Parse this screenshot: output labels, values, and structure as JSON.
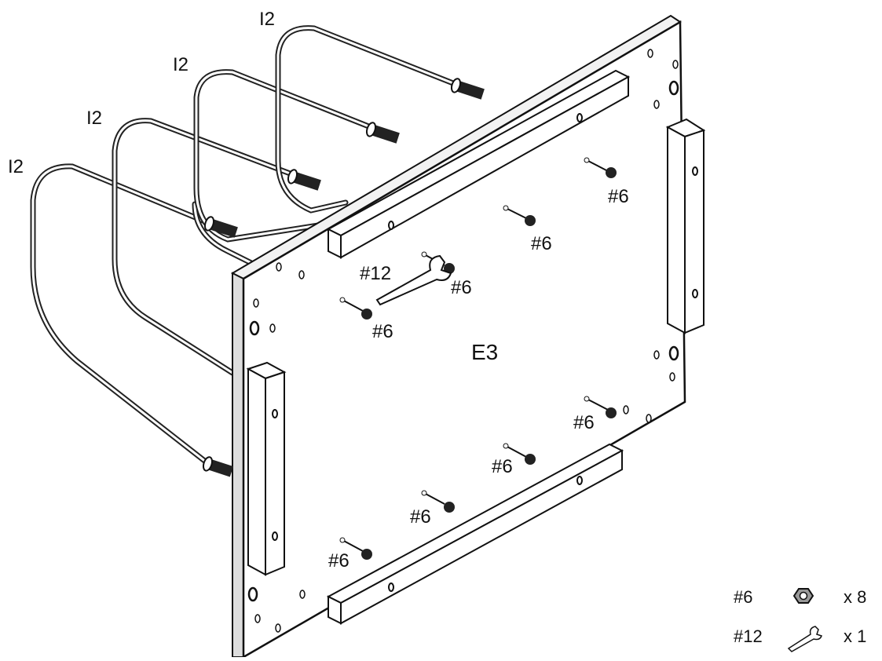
{
  "diagram": {
    "panel_label": "E3",
    "rod_labels": [
      "I2",
      "I2",
      "I2",
      "I2"
    ],
    "wrench_label": "#12",
    "nut_labels": [
      "#6",
      "#6",
      "#6",
      "#6",
      "#6",
      "#6",
      "#6",
      "#6"
    ]
  },
  "parts_list": [
    {
      "code": "#6",
      "icon": "hex-nut-icon",
      "qty": "x 8"
    },
    {
      "code": "#12",
      "icon": "wrench-icon",
      "qty": "x 1"
    }
  ]
}
